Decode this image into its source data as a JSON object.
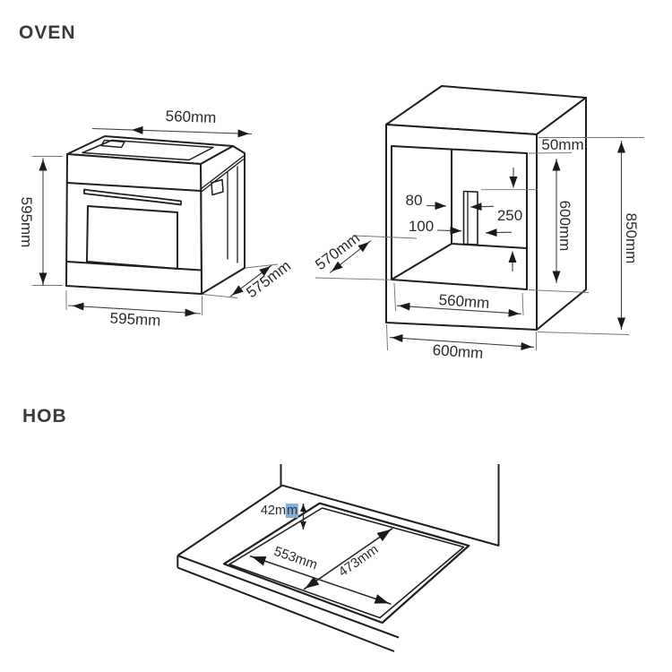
{
  "sections": {
    "oven": {
      "title": "OVEN",
      "dims": {
        "top_width": "560mm",
        "left_height": "595mm",
        "front_width": "595mm",
        "side_depth": "575mm"
      },
      "cabinet_dims": {
        "top_gap": "50mm",
        "niche_height": "600mm",
        "overall_height": "850mm",
        "niche_width": "560mm",
        "overall_width": "600mm",
        "niche_depth": "570mm",
        "service_gap": "80",
        "service_offset": "100",
        "service_height": "250"
      }
    },
    "hob": {
      "title": "HOB",
      "dims": {
        "rear_clearance_prefix": "42m",
        "rear_clearance_highlight": "m",
        "cutout_width": "553mm",
        "cutout_depth": "473mm"
      }
    }
  },
  "colors": {
    "line": "#1f1f1f",
    "dim_line": "#3f3f3f",
    "extension_line": "#707070",
    "text": "#2b2b2b",
    "highlight_bg": "#84aed2"
  }
}
